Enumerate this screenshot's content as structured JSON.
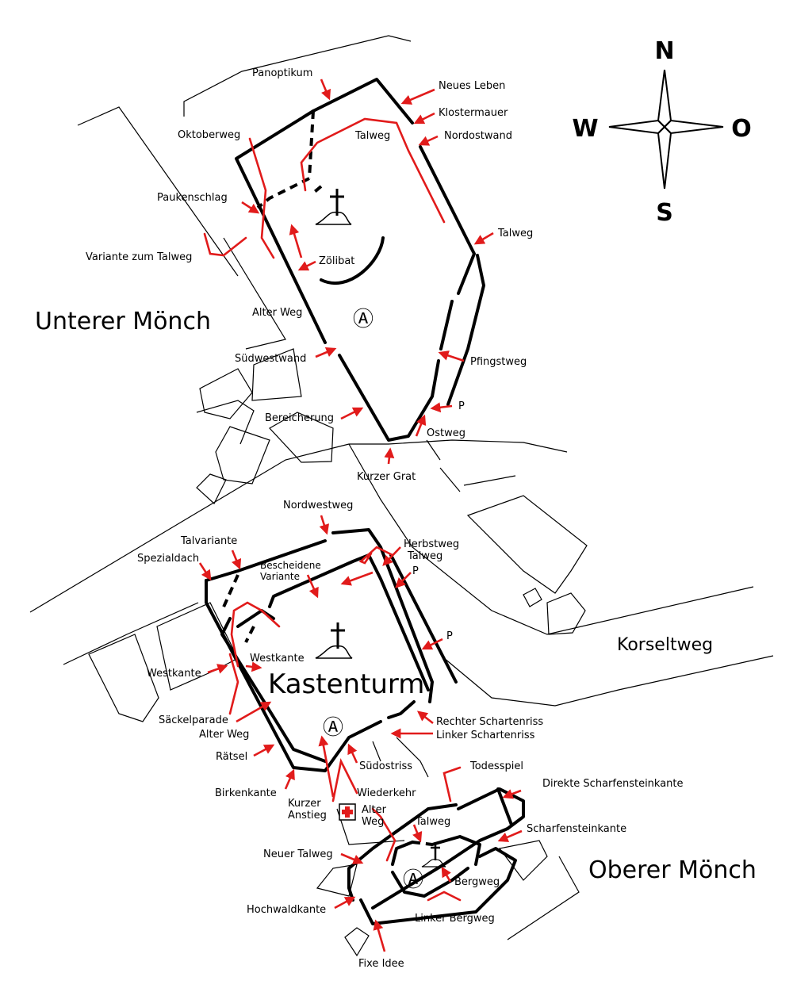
{
  "regions": {
    "unterer_moench": "Unterer Mönch",
    "kastenturm": "Kastenturm",
    "oberer_moench": "Oberer Mönch",
    "korseltweg": "Korseltweg"
  },
  "compass": {
    "north": "N",
    "south": "S",
    "west": "W",
    "east": "O"
  },
  "summit_symbol": "Ⓐ",
  "colors": {
    "route": "#e11b1b",
    "rock": "#000000",
    "cross": "#e11b1b"
  },
  "routes_unterer": {
    "panoptikum": "Panoptikum",
    "neues_leben": "Neues Leben",
    "klostermauer": "Klostermauer",
    "oktoberweg": "Oktoberweg",
    "talweg": "Talweg",
    "nordostwand": "Nordostwand",
    "paukenschlag": "Paukenschlag",
    "talweg2": "Talweg",
    "variante_zum_talweg": "Variante zum Talweg",
    "zoelibat": "Zölibat",
    "alter_weg": "Alter Weg",
    "suedwestwand": "Südwestwand",
    "pfingstweg": "Pfingstweg",
    "p": "P",
    "bereicherung": "Bereicherung",
    "ostweg": "Ostweg",
    "kurzer_grat": "Kurzer Grat"
  },
  "routes_kastenturm": {
    "nordwestweg": "Nordwestweg",
    "talvariante": "Talvariante",
    "herbstweg": "Herbstweg",
    "talweg": "Talweg",
    "spezialdach": "Spezialdach",
    "bescheidene_variante_1": "Bescheidene",
    "bescheidene_variante_2": "Variante",
    "p1": "P",
    "p2": "P",
    "westkante": "Westkante",
    "westkante2": "Westkante",
    "saeckelparade": "Säckelparade",
    "alter_weg": "Alter Weg",
    "rechter_schartenriss": "Rechter Schartenriss",
    "linker_schartenriss": "Linker Schartenriss",
    "raetsel": "Rätsel",
    "suedostriss": "Südostriss",
    "birkenkante": "Birkenkante",
    "wiederkehr": "Wiederkehr",
    "kurzer_anstieg_1": "Kurzer",
    "kurzer_anstieg_2": "Anstieg"
  },
  "routes_oberer": {
    "todesspiel": "Todesspiel",
    "direkte_scharfensteinkante": "Direkte Scharfensteinkante",
    "alter_weg_1": "Alter",
    "alter_weg_2": "Weg",
    "talweg": "Talweg",
    "scharfensteinkante": "Scharfensteinkante",
    "neuer_talweg": "Neuer Talweg",
    "bergweg": "Bergweg",
    "hochwaldkante": "Hochwaldkante",
    "linker_bergweg": "Linker Bergweg",
    "fixe_idee": "Fixe Idee"
  }
}
